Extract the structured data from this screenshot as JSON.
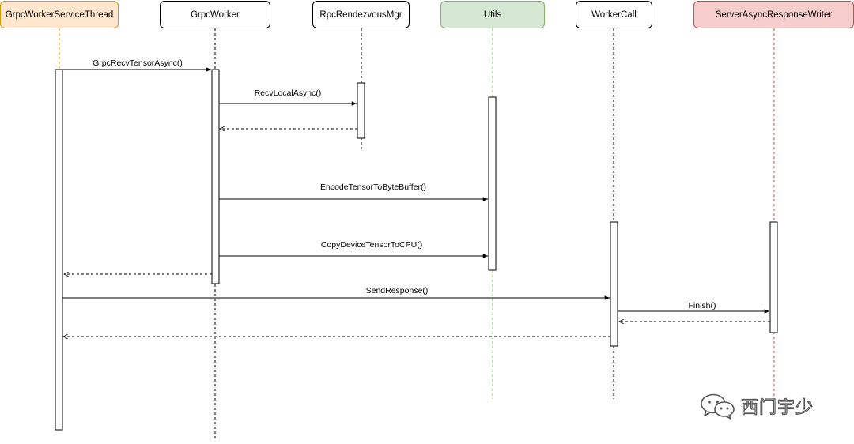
{
  "participants": {
    "grpc_worker_service_thread": {
      "label": "GrpcWorkerServiceThread",
      "fill": "#ffe6cc",
      "stroke": "#d79b00"
    },
    "grpc_worker": {
      "label": "GrpcWorker",
      "fill": "#ffffff",
      "stroke": "#000000"
    },
    "rpc_rendezvous_mgr": {
      "label": "RpcRendezvousMgr",
      "fill": "#ffffff",
      "stroke": "#000000"
    },
    "utils": {
      "label": "Utils",
      "fill": "#d5e8d4",
      "stroke": "#82b366"
    },
    "worker_call": {
      "label": "WorkerCall",
      "fill": "#ffffff",
      "stroke": "#000000"
    },
    "server_async_response_writer": {
      "label": "ServerAsyncResponseWriter",
      "fill": "#f8cecc",
      "stroke": "#b85450"
    }
  },
  "messages": {
    "grpc_recv_tensor_async": "GrpcRecvTensorAsync()",
    "recv_local_async": "RecvLocalAsync()",
    "encode_tensor_to_byte_buffer": "EncodeTensorToByteBuffer()",
    "copy_device_tensor_to_cpu": "CopyDeviceTensorToCPU()",
    "send_response": "SendResponse()",
    "finish": "Finish()"
  },
  "watermark": {
    "text": "西门宇少",
    "icon": "wechat-icon"
  }
}
